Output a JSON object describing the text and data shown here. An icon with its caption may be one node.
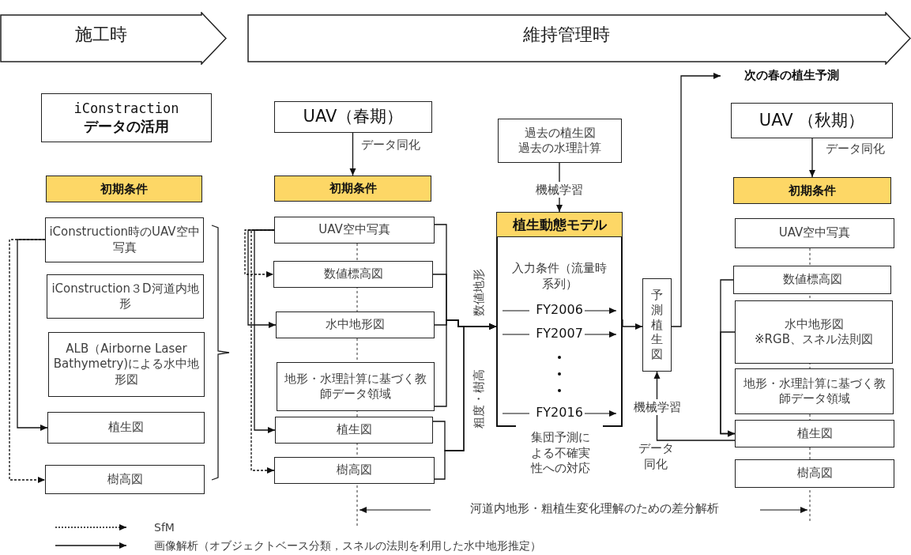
{
  "diagram": {
    "nodes": [
      {
        "text": [
          "施工時"
        ]
      },
      {
        "text": [
          "維持管理時"
        ]
      },
      {
        "text": [
          "iConstraction",
          "データの活用"
        ]
      },
      {
        "text": [
          "初期条件"
        ]
      },
      {
        "text": [
          "iConstruction時のUAV空中写真"
        ]
      },
      {
        "text": [
          "iConstruction３D河道内地形"
        ]
      },
      {
        "text": [
          "ALB（Airborne Laser Bathymetry)による水中地形図"
        ]
      },
      {
        "text": [
          "植生図"
        ]
      },
      {
        "text": [
          "樹高図"
        ]
      },
      {
        "text": [
          "UAV（春期）"
        ]
      },
      {
        "text": [
          "初期条件"
        ]
      },
      {
        "text": [
          "UAV空中写真"
        ]
      },
      {
        "text": [
          "数値標高図"
        ]
      },
      {
        "text": [
          "水中地形図"
        ]
      },
      {
        "text": [
          "地形・水理計算に基づく教師データ領域"
        ]
      },
      {
        "text": [
          "植生図"
        ]
      },
      {
        "text": [
          "樹高図"
        ]
      },
      {
        "text": [
          "過去の植生図",
          "過去の水理計算"
        ]
      },
      {
        "text": [
          "植生動態モデル",
          "入力条件（流量時系列）",
          "FY2006",
          "FY2007",
          "FY2016"
        ],
        "beside": [
          "集団予測による不確実性への対応"
        ]
      },
      {
        "text": [
          "予測植生図"
        ]
      },
      {
        "text": [
          "次の春の植生予測"
        ]
      },
      {
        "text": [
          "UAV （秋期）"
        ]
      },
      {
        "text": [
          "初期条件"
        ]
      },
      {
        "text": [
          "UAV空中写真"
        ]
      },
      {
        "text": [
          "数値標高図"
        ]
      },
      {
        "text": [
          "水中地形図",
          "※RGB、スネル法則図"
        ]
      },
      {
        "text": [
          "地形・水理計算に基づく教師データ領域"
        ]
      },
      {
        "text": [
          "植生図"
        ]
      },
      {
        "text": [
          "樹高図"
        ]
      }
    ],
    "edges": [
      {
        "from": 9,
        "to": 10,
        "arrow": "to",
        "label": "データ同化"
      },
      {
        "from": 21,
        "to": 22,
        "arrow": "to",
        "label": "データ同化"
      },
      {
        "from": 4,
        "to": 7,
        "arrow": "to"
      },
      {
        "from": 4,
        "to": 8,
        "arrow": "to",
        "style": "dashed"
      },
      {
        "from": 11,
        "to": 12,
        "arrow": "to",
        "style": "dashed"
      },
      {
        "from": 11,
        "to": 13,
        "arrow": "to"
      },
      {
        "from": 11,
        "to": 15,
        "arrow": "to"
      },
      {
        "from": 11,
        "to": 16,
        "arrow": "to",
        "style": "dashed"
      },
      {
        "from": 11,
        "to": 18,
        "arrow": "to"
      },
      {
        "from": 12,
        "to": 18,
        "arrow": "to"
      },
      {
        "from": 13,
        "to": 18,
        "arrow": "to"
      },
      {
        "from": 14,
        "to": 18,
        "arrow": "to"
      },
      {
        "from": 15,
        "to": 18,
        "arrow": "to"
      },
      {
        "from": 16,
        "to": 18,
        "arrow": "to"
      },
      {
        "from": 17,
        "to": 18,
        "arrow": "to",
        "label": "機械学習"
      },
      {
        "from": 18,
        "to": 19,
        "arrow": "to"
      },
      {
        "from": 19,
        "to": 20,
        "arrow": "to"
      },
      {
        "from": 24,
        "to": 27,
        "arrow": "to"
      },
      {
        "from": 25,
        "to": 27,
        "arrow": "to"
      },
      {
        "from": 27,
        "to": 19,
        "arrow": "to",
        "label": "機械学習"
      }
    ],
    "labels": [
      "数値地形",
      "粗度・樹高",
      "データ同化",
      "河道内地形・粗植生変化理解のための差分解析"
    ],
    "legend": [
      {
        "text": "SfM"
      },
      {
        "text": "画像解析（オブジェクトベース分類，スネルの法則を利用した水中地形推定）"
      }
    ]
  }
}
